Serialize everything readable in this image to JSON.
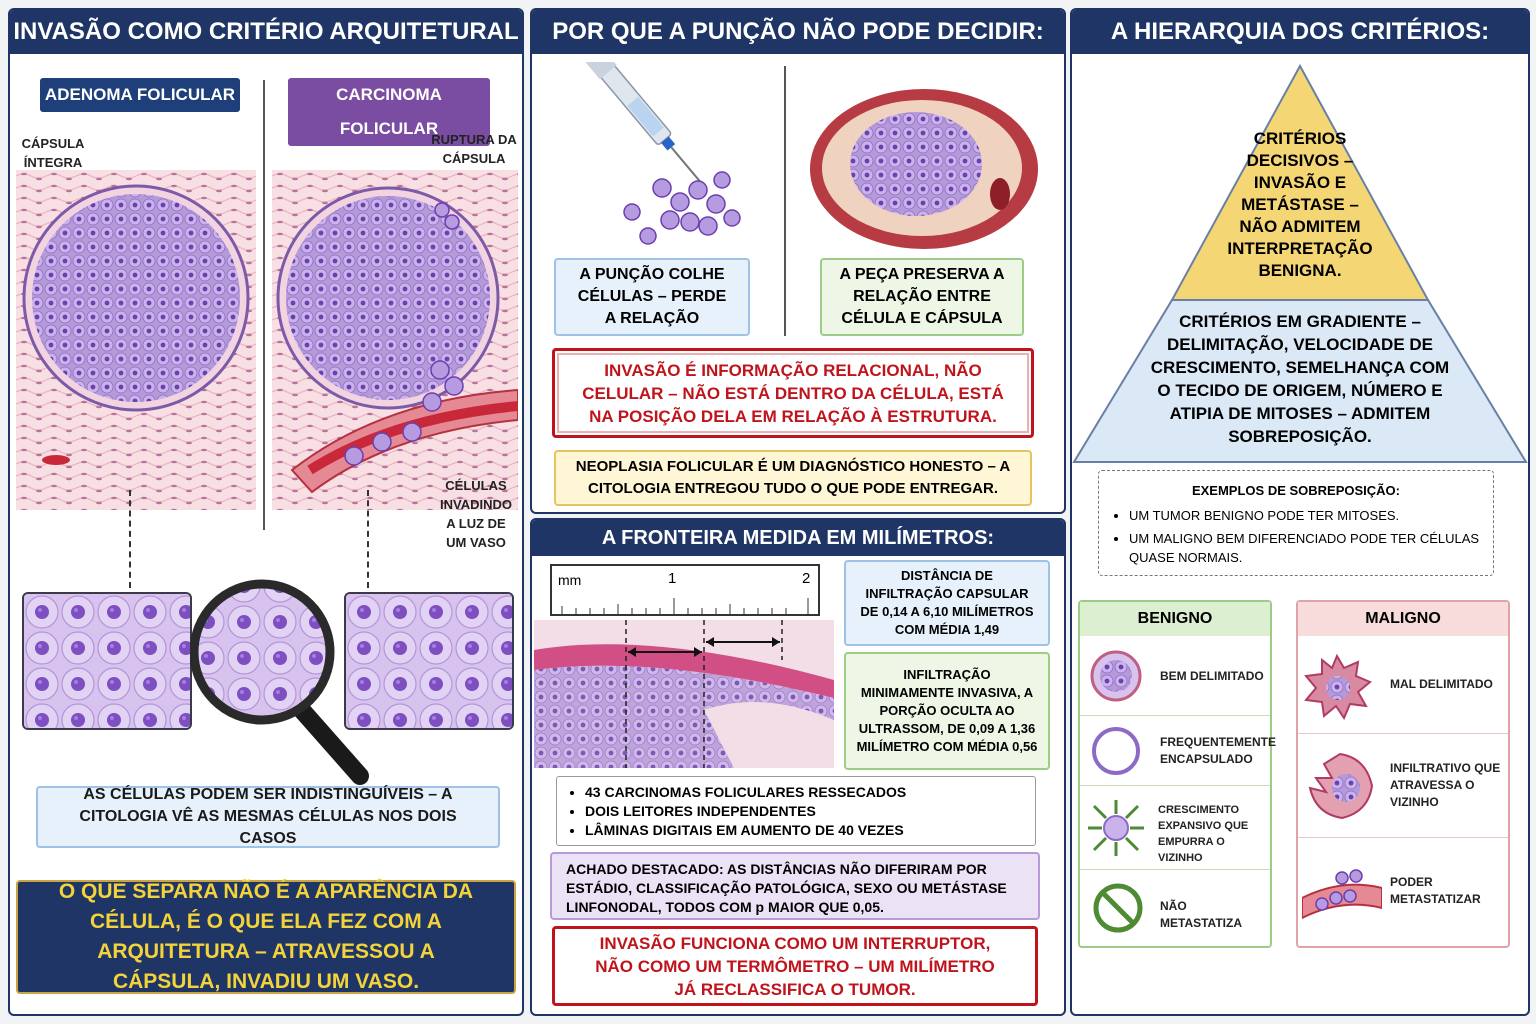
{
  "panel1": {
    "title": "INVASÃO COMO CRITÉRIO ARQUITETURAL",
    "tag_adenoma": "ADENOMA FOLICULAR",
    "tag_carcinoma": "CARCINOMA FOLICULAR",
    "label_capsula": "CÁPSULA ÍNTEGRA",
    "label_ruptura": "RUPTURA DA CÁPSULA",
    "label_celulas": "CÉLULAS INVADINDO A LUZ DE UM VASO",
    "note": "AS CÉLULAS PODEM SER INDISTINGUÍVEIS – A CITOLOGIA VÊ AS MESMAS CÉLULAS NOS DOIS CASOS",
    "conclusion": "O QUE SEPARA NÃO É A APARÊNCIA DA CÉLULA, É O QUE ELA FEZ COM A ARQUITETURA – ATRAVESSOU A CÁPSULA, INVADIU UM VASO."
  },
  "panel2": {
    "title": "POR QUE A PUNÇÃO NÃO PODE DECIDIR:",
    "box_puncao": "A PUNÇÃO COLHE CÉLULAS – PERDE A RELAÇÃO",
    "box_peca": "A PEÇA PRESERVA A RELAÇÃO ENTRE CÉLULA E CÁPSULA",
    "red_box": "INVASÃO É INFORMAÇÃO RELACIONAL, NÃO CELULAR – NÃO ESTÁ DENTRO DA CÉLULA, ESTÁ NA POSIÇÃO DELA EM RELAÇÃO À ESTRUTURA.",
    "yellow_box": "NEOPLASIA FOLICULAR É UM DIAGNÓSTICO HONESTO – A CITOLOGIA ENTREGOU TUDO O QUE PODE ENTREGAR."
  },
  "panel3": {
    "title": "A FRONTEIRA MEDIDA EM MILÍMETROS:",
    "ruler_unit": "mm",
    "ruler_1": "1",
    "ruler_2": "2",
    "box_blue": "DISTÂNCIA DE INFILTRAÇÃO CAPSULAR DE 0,14 A 6,10 MILÍMETROS COM MÉDIA 1,49",
    "box_green": "INFILTRAÇÃO MINIMAMENTE INVASIVA, A PORÇÃO OCULTA AO ULTRASSOM, DE 0,09 A 1,36 MILÍMETRO COM MÉDIA 0,56",
    "bullets": [
      "43 CARCINOMAS FOLICULARES RESSECADOS",
      "DOIS LEITORES INDEPENDENTES",
      "LÂMINAS DIGITAIS EM AUMENTO DE 40 VEZES"
    ],
    "purple_box": "ACHADO DESTACADO: AS DISTÂNCIAS NÃO DIFERIRAM POR ESTÁDIO, CLASSIFICAÇÃO PATOLÓGICA, SEXO OU METÁSTASE LINFONODAL, TODOS COM p MAIOR QUE 0,05.",
    "red_box": "INVASÃO FUNCIONA COMO UM INTERRUPTOR, NÃO COMO UM TERMÔMETRO – UM MILÍMETRO JÁ RECLASSIFICA O TUMOR."
  },
  "panel4": {
    "title": "A HIERARQUIA DOS CRITÉRIOS:",
    "pyr_top": "CRITÉRIOS DECISIVOS – INVASÃO E METÁSTASE – NÃO ADMITEM INTERPRETAÇÃO BENIGNA.",
    "pyr_bottom": "CRITÉRIOS EM GRADIENTE – DELIMITAÇÃO, VELOCIDADE DE CRESCIMENTO, SEMELHANÇA COM O TECIDO DE ORIGEM, NÚMERO E ATIPIA DE MITOSES – ADMITEM SOBREPOSIÇÃO.",
    "examples_title": "EXEMPLOS DE SOBREPOSIÇÃO:",
    "examples": [
      "UM TUMOR BENIGNO PODE TER MITOSES.",
      "UM MALIGNO BEM DIFERENCIADO PODE TER CÉLULAS QUASE NORMAIS."
    ],
    "benigno_title": "BENIGNO",
    "benigno_rows": [
      "BEM DELIMITADO",
      "FREQUENTEMENTE ENCAPSULADO",
      "CRESCIMENTO EXPANSIVO QUE EMPURRA O VIZINHO",
      "NÃO METASTATIZA"
    ],
    "maligno_title": "MALIGNO",
    "maligno_rows": [
      "MAL DELIMITADO",
      "INFILTRATIVO QUE ATRAVESSA O VIZINHO",
      "PODER METASTATIZAR"
    ]
  },
  "colors": {
    "navy": "#1e3566",
    "adenoma_tag": "#1e3f7a",
    "carcinoma_tag": "#7a4da3",
    "red": "#c0141c",
    "yellow_text": "#f3d33a",
    "pyramid_yellow": "#f4d774",
    "pyramid_blue": "#dbe8f6",
    "benign_green": "#dcefd0",
    "malign_red": "#f8dcdc"
  }
}
